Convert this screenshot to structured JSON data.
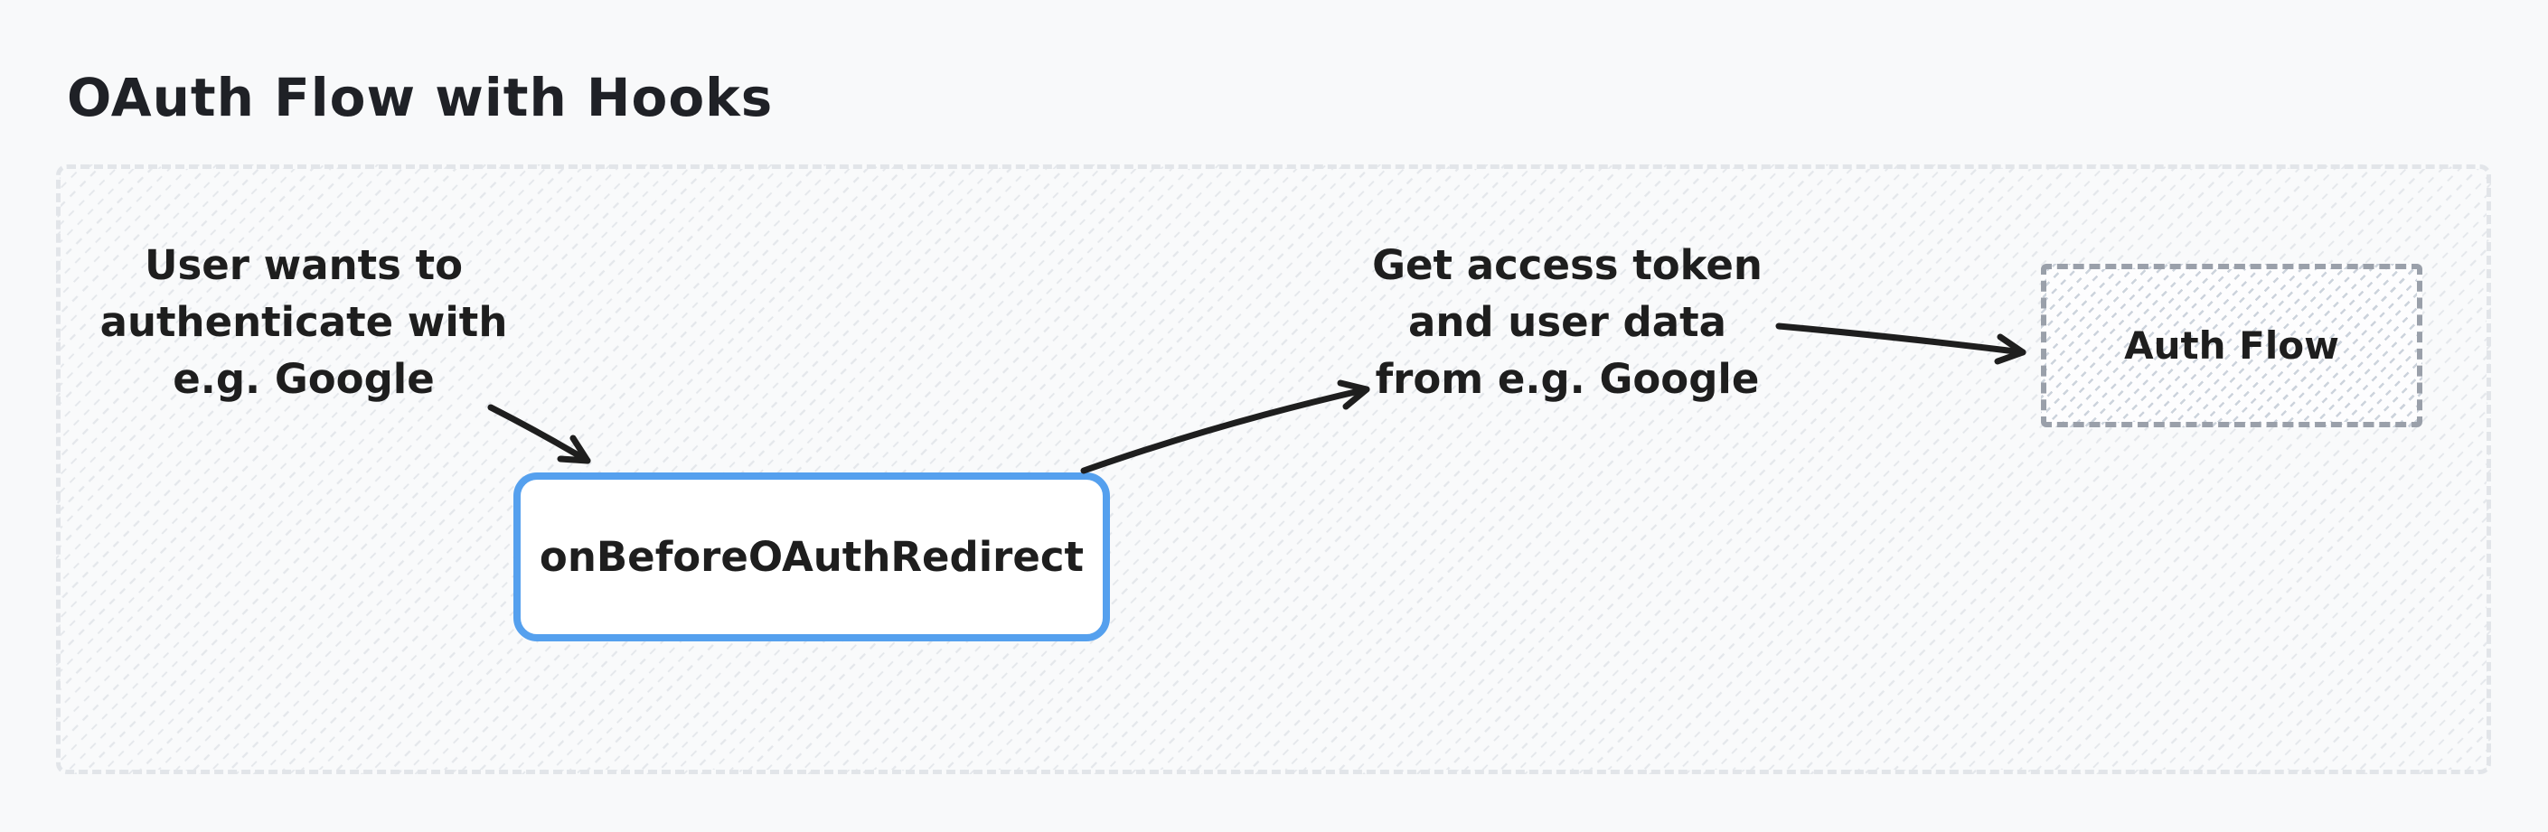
{
  "title": "OAuth Flow with Hooks",
  "annotations": {
    "user_intent": {
      "text": "User wants to\nauthenticate with\ne.g. Google"
    },
    "token_fetch": {
      "text": "Get access token\nand user data\nfrom e.g. Google"
    }
  },
  "nodes": {
    "hook": {
      "label": "onBeforeOAuthRedirect"
    },
    "auth_flow": {
      "label": "Auth Flow"
    }
  },
  "colors": {
    "canvas_bg": "#f8f9fa",
    "ink": "#1e1e1e",
    "accent_blue": "#55a0ee",
    "frame_border": "#e2e5e9",
    "dashed_gray": "#9aa0aa"
  }
}
